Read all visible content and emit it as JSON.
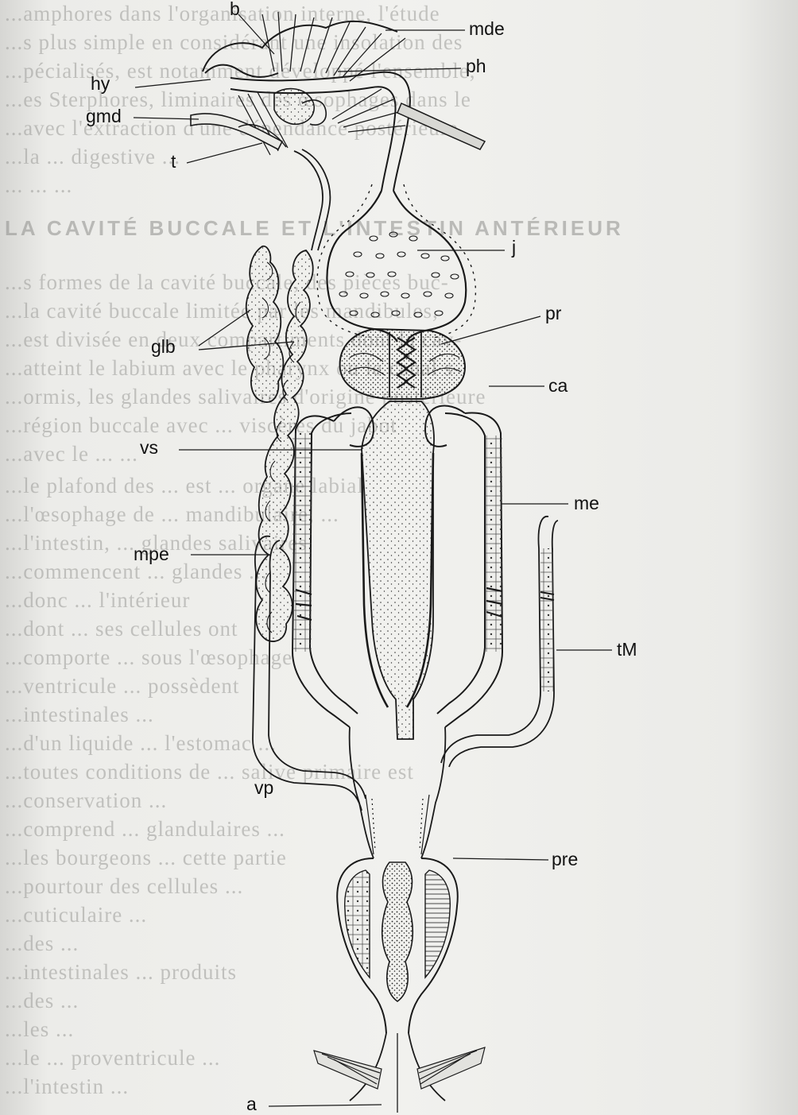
{
  "figure": {
    "labels": {
      "b": "b",
      "mde": "mde",
      "hy": "hy",
      "ph": "ph",
      "gmd": "gmd",
      "t": "t",
      "j": "j",
      "glb": "glb",
      "pr": "pr",
      "ca": "ca",
      "vs": "vs",
      "me": "me",
      "mpe": "mpe",
      "tM": "tM",
      "vp": "vp",
      "pre": "pre",
      "a": "a"
    }
  },
  "background_text": {
    "lines": [
      "...amphores dans l'organisation interne, l'étude",
      "...s plus simple en considérant une insolation des",
      "...pécialisés, est notamment développé l'ensemble,",
      "...es Sterphores, liminaires des œsophages dans le",
      "...avec l'extraction d'une dépendance postérieure",
      "...la ... digestive ...",
      "... ... ...",
      "LA CAVITÉ BUCCALE ET L'INTESTIN ANTÉRIEUR",
      "...s formes de la cavité buccale, des pièces buc-",
      "...la cavité buccale limitée par les mandibules,",
      "...est divisée en deux compartiments dont la cav-",
      "...atteint le labium avec le pharynx ou le canal s-",
      "...ormis, les glandes salivaires d'origine postérieure",
      "...région buccale avec ... viscères du jabot",
      "...avec le ... ...",
      "...le plafond des ... est ... organe labial",
      "...l'œsophage de ... mandibulaire, ...",
      "...l'intestin, ... glandes salivaires",
      "...commencent ... glandes ...",
      "...donc ... l'intérieur",
      "...dont ... ses cellules ont",
      "...comporte ... sous l'œsophage",
      "...ventricule ... possèdent",
      "...intestinales ... ",
      "...d'un liquide ... l'estomac ...",
      "...toutes conditions de ... salive primaire est",
      "...conservation ... ",
      "...comprend ... glandulaires ...",
      "...les bourgeons ... cette partie",
      "...pourtour des cellules ... ",
      "...cuticulaire ... ",
      "...des ... ",
      "...intestinales ... produits",
      "...des ... ",
      "...les ... ",
      "...le ... proventricule ... ",
      "...l'intestin ... "
    ]
  }
}
